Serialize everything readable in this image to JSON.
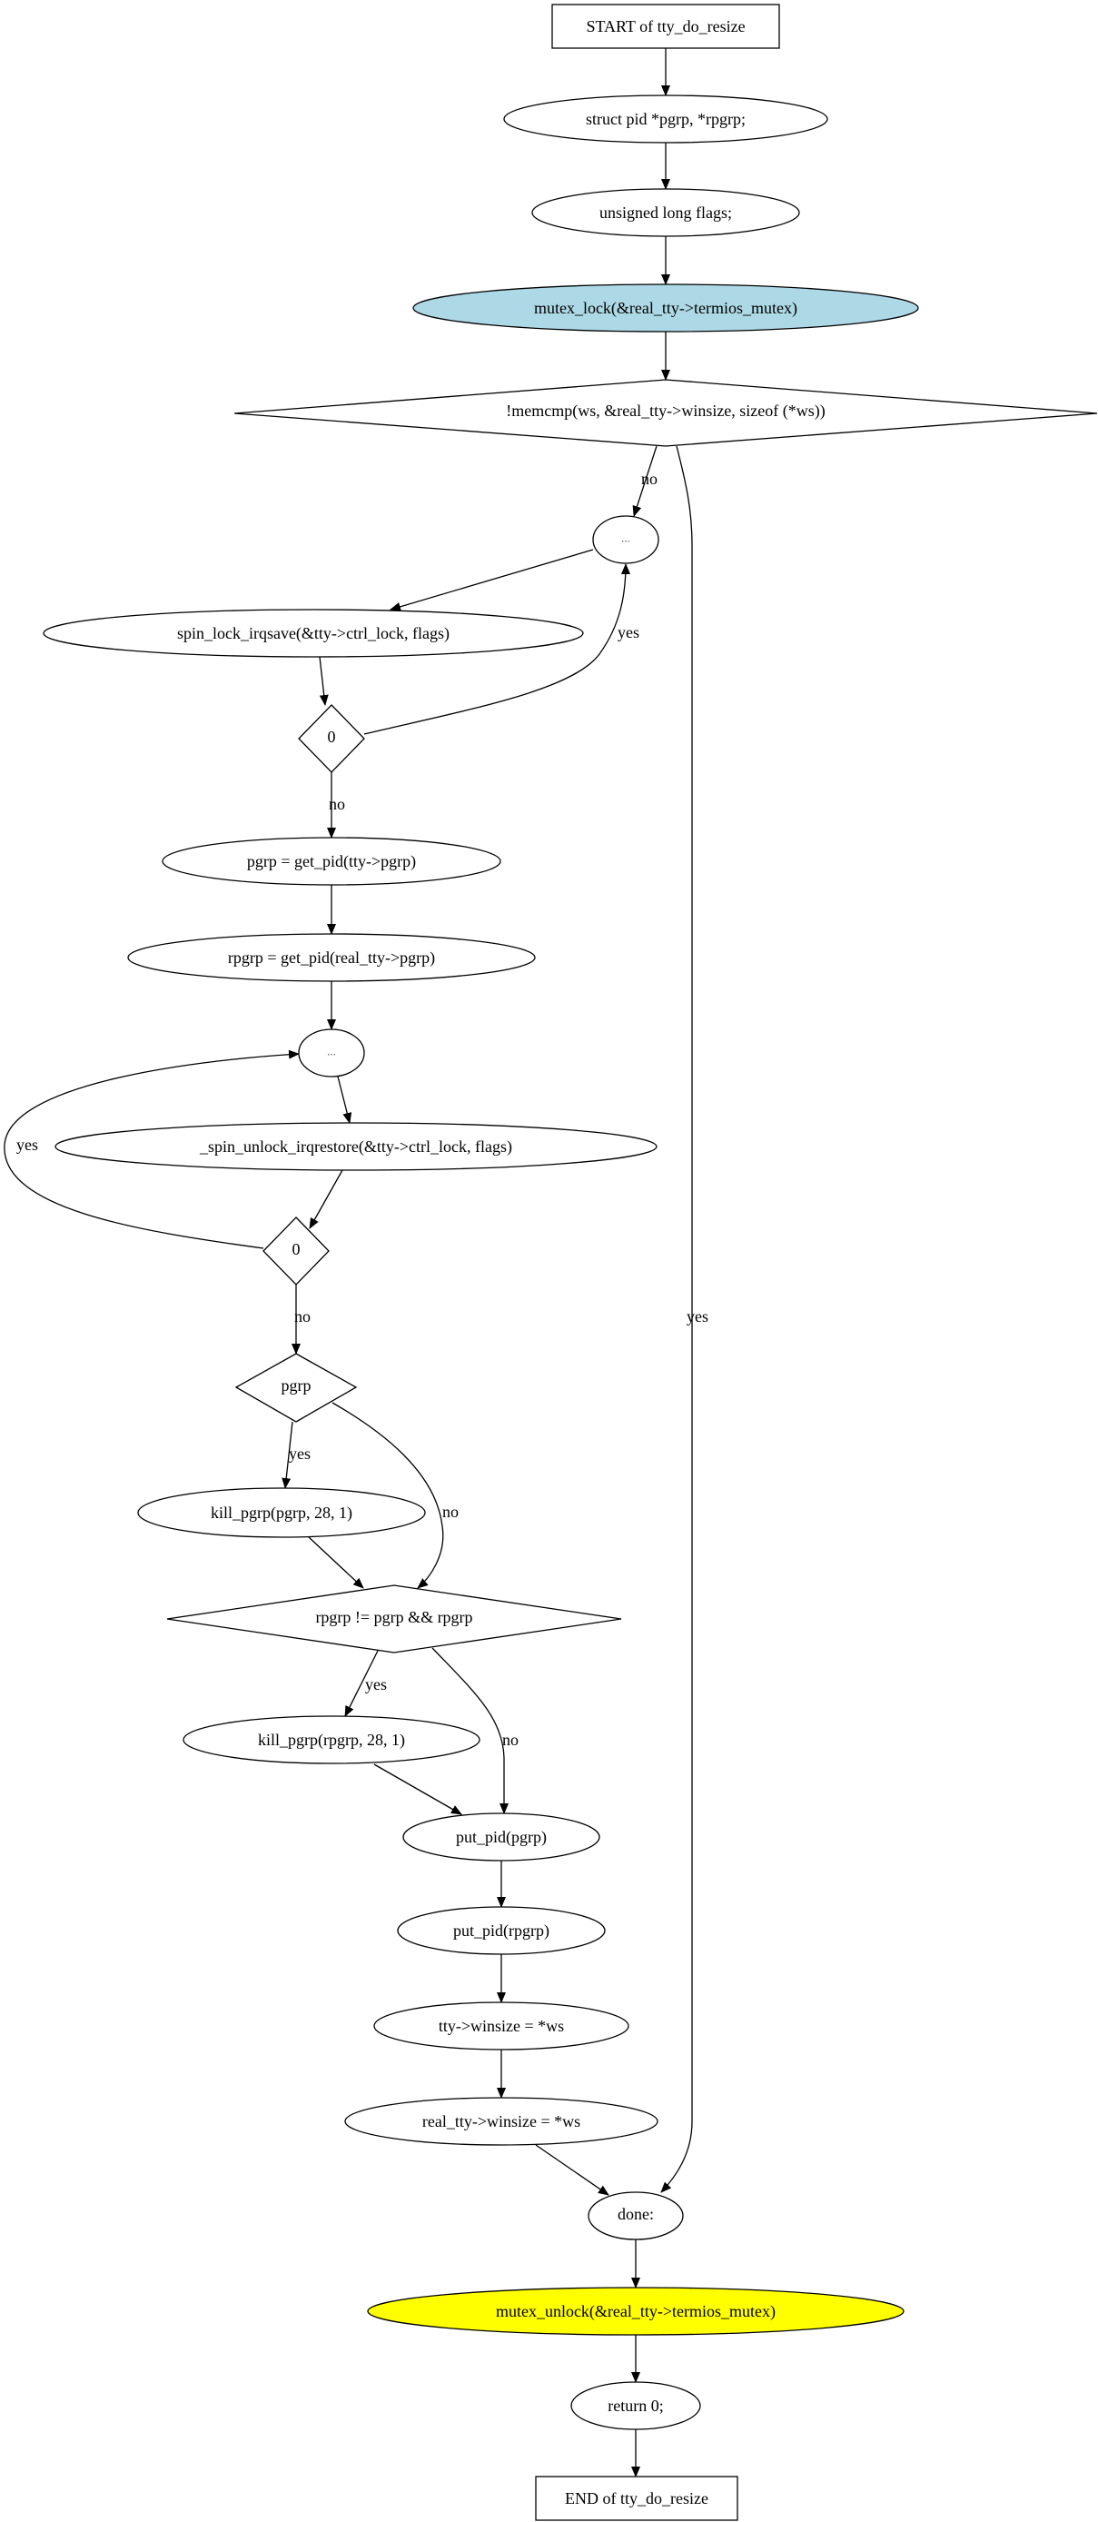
{
  "title": "tty_do_resize control flow graph",
  "colors": {
    "lock_fill": "#add8e6",
    "unlock_fill": "#ffff00"
  },
  "nodes": {
    "start": "START of tty_do_resize",
    "decl_pid": "struct pid *pgrp, *rpgrp;",
    "decl_flags": "unsigned long flags;",
    "mutex_lock": "mutex_lock(&real_tty->termios_mutex)",
    "memcmp": "!memcmp(ws, &real_tty->winsize, sizeof (*ws))",
    "loop1": "...",
    "spin_lock": "spin_lock_irqsave(&tty->ctrl_lock, flags)",
    "cond0_a": "0",
    "get_pgrp": "pgrp = get_pid(tty->pgrp)",
    "get_rpgrp": "rpgrp = get_pid(real_tty->pgrp)",
    "loop2": "...",
    "spin_unlock": "_spin_unlock_irqrestore(&tty->ctrl_lock, flags)",
    "cond0_b": "0",
    "pgrp_cond": "pgrp",
    "kill_pgrp": "kill_pgrp(pgrp, 28, 1)",
    "rpgrp_cond": "rpgrp != pgrp && rpgrp",
    "kill_rpgrp": "kill_pgrp(rpgrp, 28, 1)",
    "put_pgrp": "put_pid(pgrp)",
    "put_rpgrp": "put_pid(rpgrp)",
    "tty_winsize": "tty->winsize = *ws",
    "real_winsize": "real_tty->winsize = *ws",
    "done": "done:",
    "mutex_unlock": "mutex_unlock(&real_tty->termios_mutex)",
    "return": "return 0;",
    "end": "END of tty_do_resize"
  },
  "edge_labels": {
    "memcmp_no": "no",
    "memcmp_yes": "yes",
    "cond0_a_yes": "yes",
    "cond0_a_no": "no",
    "cond0_b_yes": "yes",
    "cond0_b_no": "no",
    "pgrp_yes": "yes",
    "pgrp_no": "no",
    "rpgrp_yes": "yes",
    "rpgrp_no": "no"
  }
}
